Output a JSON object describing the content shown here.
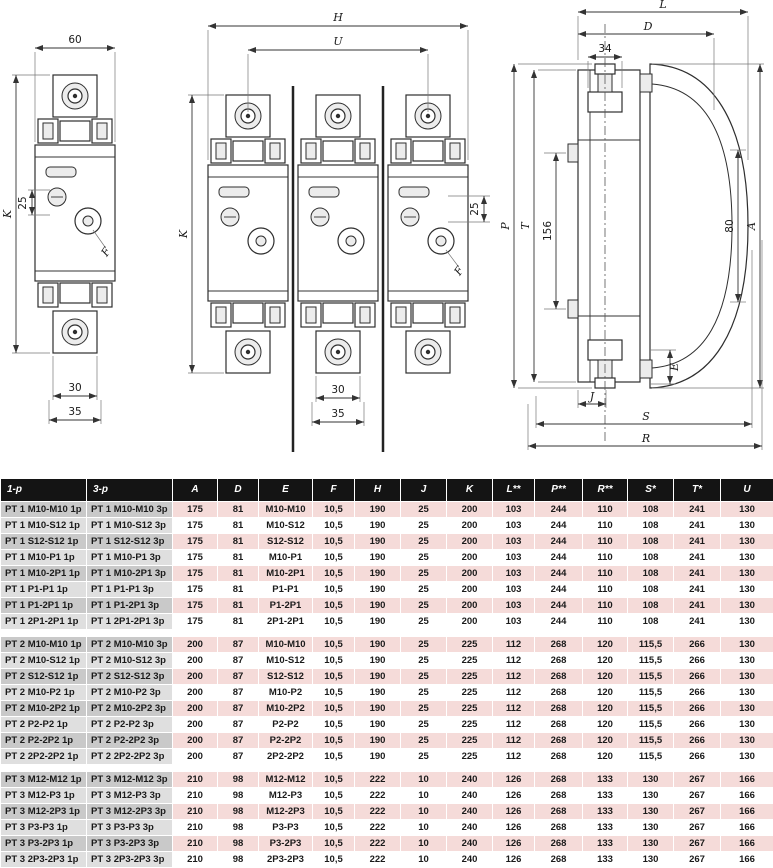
{
  "drawings": {
    "front_single": {
      "dim_width": "60",
      "dim_k": "K",
      "dim_25": "25",
      "dim_f": "F",
      "dim_30": "30",
      "dim_35": "35"
    },
    "front_three": {
      "dim_h": "H",
      "dim_u": "U",
      "dim_k": "K",
      "dim_25": "25",
      "dim_f": "F",
      "dim_30": "30",
      "dim_35": "35"
    },
    "side": {
      "dim_l": "L",
      "dim_d": "D",
      "dim_34": "34",
      "dim_p": "P",
      "dim_t": "T",
      "dim_156": "156",
      "dim_80": "80",
      "dim_a": "A",
      "dim_e": "E",
      "dim_j": "J",
      "dim_s": "S",
      "dim_r": "R"
    }
  },
  "colors": {
    "header_bg": "#141414",
    "header_text": "#ffffff",
    "row_pink": "#f5dbd9",
    "name_dark": "#c9c9c9",
    "name_light": "#dfdfdf",
    "line": "#333333"
  },
  "table": {
    "headers": [
      "1-p",
      "3-p",
      "A",
      "D",
      "E",
      "F",
      "H",
      "J",
      "K",
      "L**",
      "P**",
      "R**",
      "S*",
      "T*",
      "U"
    ],
    "groups": [
      {
        "rows": [
          [
            "PT 1 M10-M10 1p",
            "PT 1 M10-M10 3p",
            "175",
            "81",
            "M10-M10",
            "10,5",
            "190",
            "25",
            "200",
            "103",
            "244",
            "110",
            "108",
            "241",
            "130"
          ],
          [
            "PT 1 M10-S12 1p",
            "PT 1 M10-S12 3p",
            "175",
            "81",
            "M10-S12",
            "10,5",
            "190",
            "25",
            "200",
            "103",
            "244",
            "110",
            "108",
            "241",
            "130"
          ],
          [
            "PT 1 S12-S12 1p",
            "PT 1 S12-S12 3p",
            "175",
            "81",
            "S12-S12",
            "10,5",
            "190",
            "25",
            "200",
            "103",
            "244",
            "110",
            "108",
            "241",
            "130"
          ],
          [
            "PT 1 M10-P1 1p",
            "PT 1 M10-P1 3p",
            "175",
            "81",
            "M10-P1",
            "10,5",
            "190",
            "25",
            "200",
            "103",
            "244",
            "110",
            "108",
            "241",
            "130"
          ],
          [
            "PT 1 M10-2P1 1p",
            "PT 1 M10-2P1 3p",
            "175",
            "81",
            "M10-2P1",
            "10,5",
            "190",
            "25",
            "200",
            "103",
            "244",
            "110",
            "108",
            "241",
            "130"
          ],
          [
            "PT 1 P1-P1 1p",
            "PT 1 P1-P1 3p",
            "175",
            "81",
            "P1-P1",
            "10,5",
            "190",
            "25",
            "200",
            "103",
            "244",
            "110",
            "108",
            "241",
            "130"
          ],
          [
            "PT 1 P1-2P1 1p",
            "PT 1 P1-2P1 3p",
            "175",
            "81",
            "P1-2P1",
            "10,5",
            "190",
            "25",
            "200",
            "103",
            "244",
            "110",
            "108",
            "241",
            "130"
          ],
          [
            "PT 1 2P1-2P1 1p",
            "PT 1 2P1-2P1 3p",
            "175",
            "81",
            "2P1-2P1",
            "10,5",
            "190",
            "25",
            "200",
            "103",
            "244",
            "110",
            "108",
            "241",
            "130"
          ]
        ]
      },
      {
        "rows": [
          [
            "PT 2 M10-M10 1p",
            "PT 2 M10-M10 3p",
            "200",
            "87",
            "M10-M10",
            "10,5",
            "190",
            "25",
            "225",
            "112",
            "268",
            "120",
            "115,5",
            "266",
            "130"
          ],
          [
            "PT 2 M10-S12 1p",
            "PT 2 M10-S12 3p",
            "200",
            "87",
            "M10-S12",
            "10,5",
            "190",
            "25",
            "225",
            "112",
            "268",
            "120",
            "115,5",
            "266",
            "130"
          ],
          [
            "PT 2 S12-S12 1p",
            "PT 2 S12-S12 3p",
            "200",
            "87",
            "S12-S12",
            "10,5",
            "190",
            "25",
            "225",
            "112",
            "268",
            "120",
            "115,5",
            "266",
            "130"
          ],
          [
            "PT 2 M10-P2 1p",
            "PT 2 M10-P2 3p",
            "200",
            "87",
            "M10-P2",
            "10,5",
            "190",
            "25",
            "225",
            "112",
            "268",
            "120",
            "115,5",
            "266",
            "130"
          ],
          [
            "PT 2 M10-2P2 1p",
            "PT 2 M10-2P2 3p",
            "200",
            "87",
            "M10-2P2",
            "10,5",
            "190",
            "25",
            "225",
            "112",
            "268",
            "120",
            "115,5",
            "266",
            "130"
          ],
          [
            "PT 2 P2-P2 1p",
            "PT 2 P2-P2 3p",
            "200",
            "87",
            "P2-P2",
            "10,5",
            "190",
            "25",
            "225",
            "112",
            "268",
            "120",
            "115,5",
            "266",
            "130"
          ],
          [
            "PT 2 P2-2P2 1p",
            "PT 2 P2-2P2 3p",
            "200",
            "87",
            "P2-2P2",
            "10,5",
            "190",
            "25",
            "225",
            "112",
            "268",
            "120",
            "115,5",
            "266",
            "130"
          ],
          [
            "PT 2 2P2-2P2 1p",
            "PT 2 2P2-2P2 3p",
            "200",
            "87",
            "2P2-2P2",
            "10,5",
            "190",
            "25",
            "225",
            "112",
            "268",
            "120",
            "115,5",
            "266",
            "130"
          ]
        ]
      },
      {
        "rows": [
          [
            "PT 3 M12-M12 1p",
            "PT 3 M12-M12 3p",
            "210",
            "98",
            "M12-M12",
            "10,5",
            "222",
            "10",
            "240",
            "126",
            "268",
            "133",
            "130",
            "267",
            "166"
          ],
          [
            "PT 3 M12-P3 1p",
            "PT 3 M12-P3 3p",
            "210",
            "98",
            "M12-P3",
            "10,5",
            "222",
            "10",
            "240",
            "126",
            "268",
            "133",
            "130",
            "267",
            "166"
          ],
          [
            "PT 3 M12-2P3 1p",
            "PT 3 M12-2P3 3p",
            "210",
            "98",
            "M12-2P3",
            "10,5",
            "222",
            "10",
            "240",
            "126",
            "268",
            "133",
            "130",
            "267",
            "166"
          ],
          [
            "PT 3 P3-P3 1p",
            "PT 3 P3-P3 3p",
            "210",
            "98",
            "P3-P3",
            "10,5",
            "222",
            "10",
            "240",
            "126",
            "268",
            "133",
            "130",
            "267",
            "166"
          ],
          [
            "PT 3 P3-2P3 1p",
            "PT 3 P3-2P3 3p",
            "210",
            "98",
            "P3-2P3",
            "10,5",
            "222",
            "10",
            "240",
            "126",
            "268",
            "133",
            "130",
            "267",
            "166"
          ],
          [
            "PT 3 2P3-2P3 1p",
            "PT 3 2P3-2P3 3p",
            "210",
            "98",
            "2P3-2P3",
            "10,5",
            "222",
            "10",
            "240",
            "126",
            "268",
            "133",
            "130",
            "267",
            "166"
          ]
        ]
      }
    ]
  }
}
